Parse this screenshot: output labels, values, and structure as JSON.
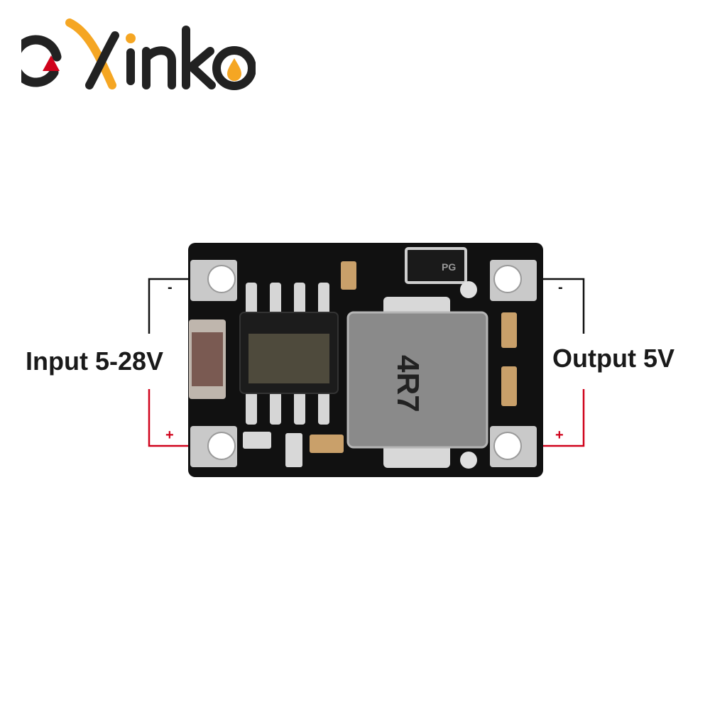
{
  "logo": {
    "brand_text": "eXinko"
  },
  "labels": {
    "input": "Input 5-28V",
    "output": "Output 5V"
  },
  "pins": {
    "input_negative": "-",
    "input_positive": "+",
    "output_negative": "-",
    "output_positive": "+"
  },
  "components": {
    "inductor_marking": "4R7",
    "diode_marking": "PG"
  },
  "colors": {
    "negative_wire": "#111111",
    "positive_wire": "#d0021b",
    "pcb": "#111111",
    "inductor": "#8a8a8a",
    "logo_accent": "#f5a623"
  }
}
